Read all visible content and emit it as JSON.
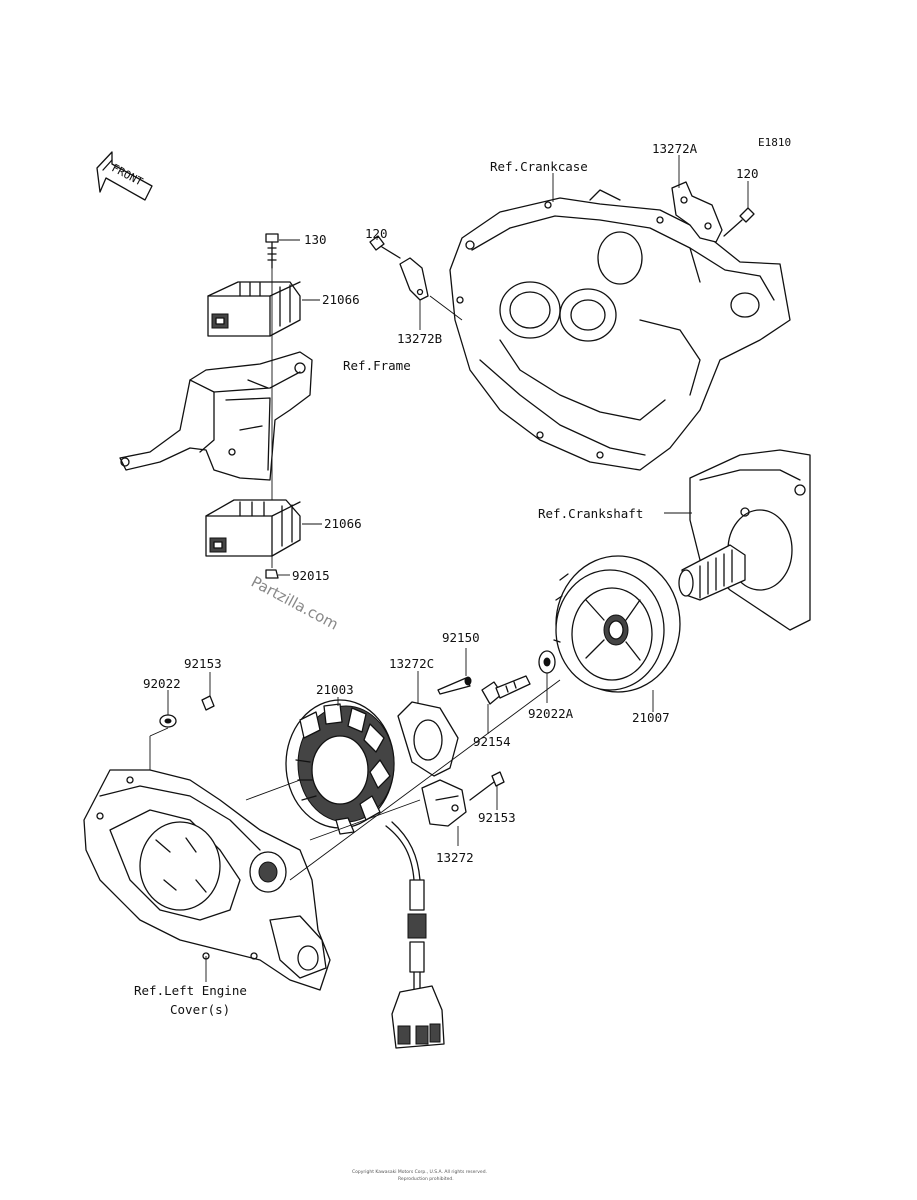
{
  "code": "E1810",
  "front_arrow": "FRONT",
  "parts": {
    "p130": "130",
    "p21066_top": "21066",
    "p21066_bottom": "21066",
    "p92015": "92015",
    "p120_left": "120",
    "p13272B": "13272B",
    "p13272A": "13272A",
    "p120_right": "120",
    "p92150": "92150",
    "p13272C": "13272C",
    "p21003": "21003",
    "p92153_top": "92153",
    "p92022": "92022",
    "p92154": "92154",
    "p92022A": "92022A",
    "p21007": "21007",
    "p92153_right": "92153",
    "p13272": "13272"
  },
  "refs": {
    "crankcase": "Ref.Crankcase",
    "frame": "Ref.Frame",
    "crankshaft": "Ref.Crankshaft",
    "left_cover_line1": "Ref.Left Engine",
    "left_cover_line2": "Cover(s)"
  },
  "watermark": "Partzilla.com"
}
